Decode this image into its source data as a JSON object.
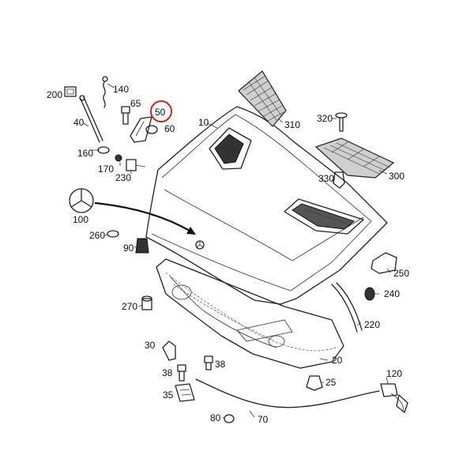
{
  "diagram": {
    "highlighted_label": "50",
    "highlight_color": "#d62020",
    "labels": [
      {
        "id": "200",
        "text": "200"
      },
      {
        "id": "140",
        "text": "140"
      },
      {
        "id": "65",
        "text": "65"
      },
      {
        "id": "50",
        "text": "50"
      },
      {
        "id": "60",
        "text": "60"
      },
      {
        "id": "40",
        "text": "40"
      },
      {
        "id": "10",
        "text": "10"
      },
      {
        "id": "310",
        "text": "310"
      },
      {
        "id": "320",
        "text": "320"
      },
      {
        "id": "160",
        "text": "160"
      },
      {
        "id": "170",
        "text": "170"
      },
      {
        "id": "230",
        "text": "230"
      },
      {
        "id": "330",
        "text": "330"
      },
      {
        "id": "300",
        "text": "300"
      },
      {
        "id": "100",
        "text": "100"
      },
      {
        "id": "260",
        "text": "260"
      },
      {
        "id": "90",
        "text": "90"
      },
      {
        "id": "250",
        "text": "250"
      },
      {
        "id": "240",
        "text": "240"
      },
      {
        "id": "270",
        "text": "270"
      },
      {
        "id": "220",
        "text": "220"
      },
      {
        "id": "30",
        "text": "30"
      },
      {
        "id": "38a",
        "text": "38"
      },
      {
        "id": "38b",
        "text": "38"
      },
      {
        "id": "20",
        "text": "20"
      },
      {
        "id": "120",
        "text": "120"
      },
      {
        "id": "25",
        "text": "25"
      },
      {
        "id": "35",
        "text": "35"
      },
      {
        "id": "80",
        "text": "80"
      },
      {
        "id": "70",
        "text": "70"
      }
    ]
  }
}
